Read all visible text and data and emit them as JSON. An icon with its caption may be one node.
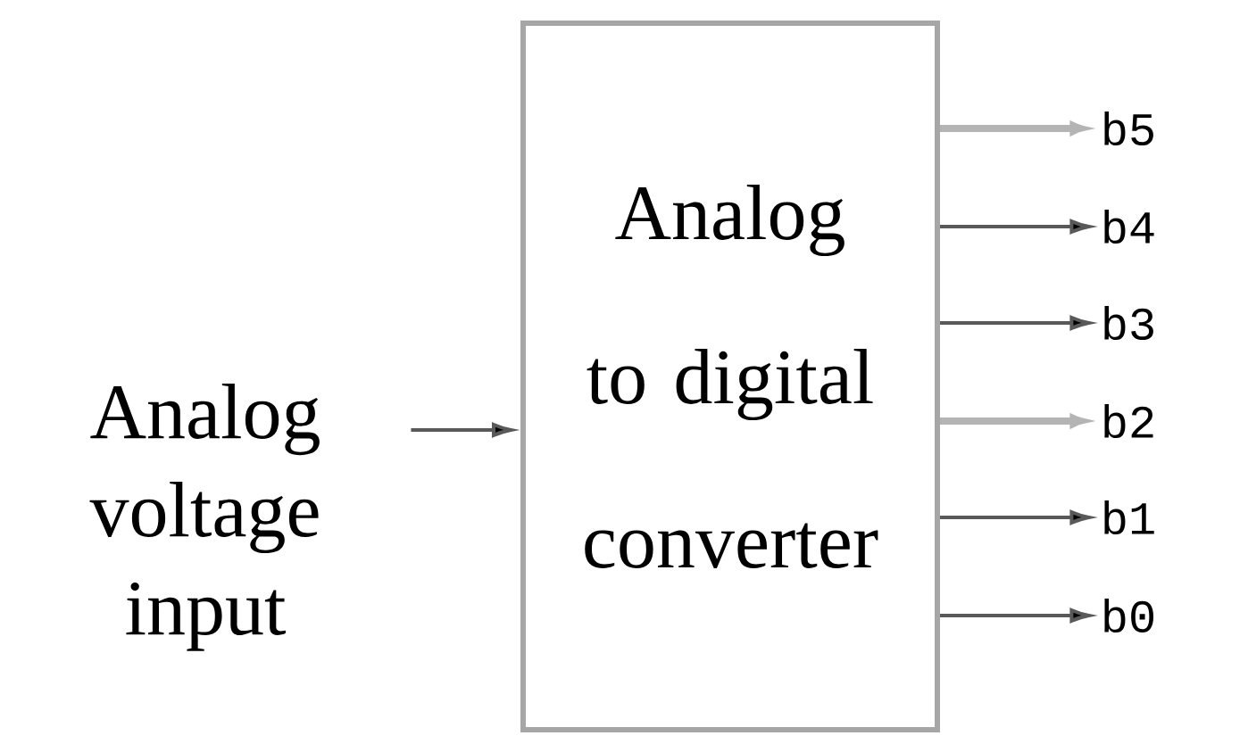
{
  "diagram": {
    "nodes": [
      {
        "text": [
          "Analog voltage input"
        ]
      },
      {
        "text": [
          "Analog to digital converter"
        ]
      },
      {
        "text": [
          "b5"
        ]
      },
      {
        "text": [
          "b4"
        ]
      },
      {
        "text": [
          "b3"
        ]
      },
      {
        "text": [
          "b2"
        ]
      },
      {
        "text": [
          "b1"
        ]
      },
      {
        "text": [
          "b0"
        ]
      }
    ],
    "edges": [
      {
        "from": 0,
        "to": 1,
        "arrow": "to"
      },
      {
        "from": 1,
        "to": 2,
        "arrow": "to",
        "color": "#b4b4b4",
        "style": "thick"
      },
      {
        "from": 1,
        "to": 3,
        "arrow": "to"
      },
      {
        "from": 1,
        "to": 4,
        "arrow": "to"
      },
      {
        "from": 1,
        "to": 5,
        "arrow": "to",
        "color": "#b4b4b4",
        "style": "thick"
      },
      {
        "from": 1,
        "to": 6,
        "arrow": "to"
      },
      {
        "from": 1,
        "to": 7,
        "arrow": "to"
      }
    ]
  }
}
